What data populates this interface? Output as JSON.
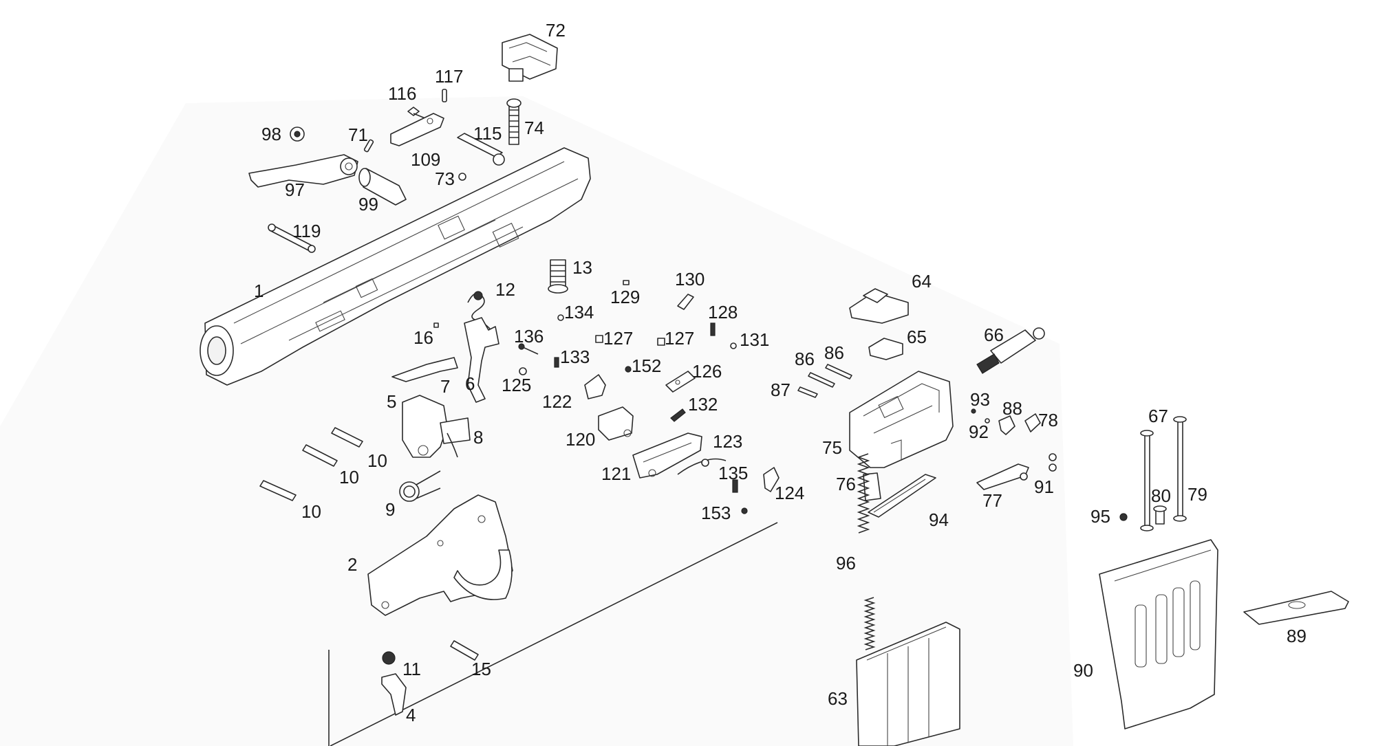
{
  "callouts": [
    "72",
    "117",
    "116",
    "74",
    "98",
    "71",
    "115",
    "109",
    "73",
    "97",
    "99",
    "119",
    "1",
    "13",
    "12",
    "129",
    "130",
    "134",
    "128",
    "127a",
    "127b",
    "131",
    "16",
    "136",
    "133",
    "152",
    "126",
    "7",
    "6",
    "125",
    "122",
    "132",
    "5",
    "8",
    "120",
    "123",
    "10a",
    "10b",
    "10c",
    "121",
    "9",
    "135",
    "124",
    "153",
    "2",
    "11",
    "15",
    "4",
    "64",
    "65",
    "66",
    "86a",
    "86b",
    "87",
    "93",
    "88",
    "78",
    "92",
    "75",
    "67",
    "91",
    "76",
    "94",
    "77",
    "80",
    "79",
    "95",
    "96",
    "89",
    "90",
    "63"
  ],
  "labels": {
    "72": "72",
    "117": "117",
    "116": "116",
    "74": "74",
    "98": "98",
    "71": "71",
    "115": "115",
    "109": "109",
    "73": "73",
    "97": "97",
    "99": "99",
    "119": "119",
    "1": "1",
    "13": "13",
    "12": "12",
    "129": "129",
    "130": "130",
    "134": "134",
    "128": "128",
    "127a": "127",
    "127b": "127",
    "131": "131",
    "16": "16",
    "136": "136",
    "133": "133",
    "152": "152",
    "126": "126",
    "7": "7",
    "6": "6",
    "125": "125",
    "122": "122",
    "132": "132",
    "5": "5",
    "8": "8",
    "120": "120",
    "123": "123",
    "10a": "10",
    "10b": "10",
    "10c": "10",
    "121": "121",
    "9": "9",
    "135": "135",
    "124": "124",
    "153": "153",
    "2": "2",
    "11": "11",
    "15": "15",
    "4": "4",
    "64": "64",
    "65": "65",
    "66": "66",
    "86a": "86",
    "86b": "86",
    "87": "87",
    "93": "93",
    "88": "88",
    "78": "78",
    "92": "92",
    "75": "75",
    "67": "67",
    "91": "91",
    "76": "76",
    "94": "94",
    "77": "77",
    "80": "80",
    "79": "79",
    "95": "95",
    "96": "96",
    "89": "89",
    "90": "90",
    "63": "63"
  },
  "colors": {
    "line": "#2a2a2a",
    "background": "#ffffff",
    "label": "#1a1a1a"
  }
}
